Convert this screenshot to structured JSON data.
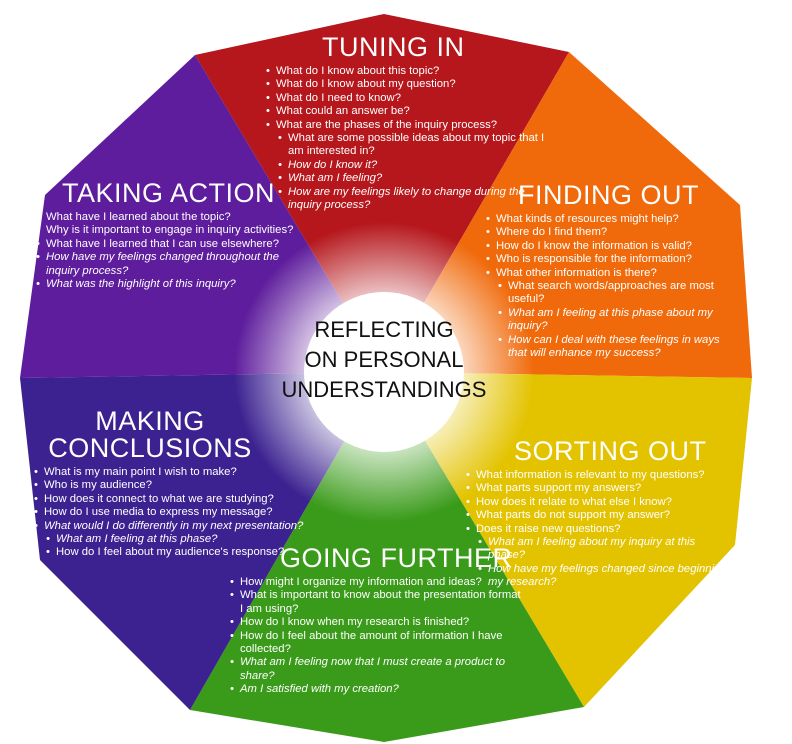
{
  "colors": {
    "tuning_in": "#b5171c",
    "finding_out": "#f06a0b",
    "sorting_out": "#e3c300",
    "going_further": "#3a9b1a",
    "making_conclusions": "#3b2290",
    "taking_action": "#5e1d9c",
    "center": "#ffffff"
  },
  "center": {
    "line1": "Reflecting",
    "line2": "on Personal",
    "line3": "Understandings"
  },
  "sections": {
    "tuning_in": {
      "title": "Tuning In",
      "items": [
        {
          "text": "What do I know about this topic?",
          "level": 1,
          "italic": false
        },
        {
          "text": "What do I know about my question?",
          "level": 1,
          "italic": false
        },
        {
          "text": "What do I need to know?",
          "level": 1,
          "italic": false
        },
        {
          "text": "What could an answer be?",
          "level": 1,
          "italic": false
        },
        {
          "text": "What are the phases of the inquiry process?",
          "level": 1,
          "italic": false
        },
        {
          "text": "What are some possible ideas about my topic that I am interested in?",
          "level": 2,
          "italic": false
        },
        {
          "text": "How do I know it?",
          "level": 2,
          "italic": true
        },
        {
          "text": "What am I feeling?",
          "level": 2,
          "italic": true
        },
        {
          "text": "How are my feelings likely to change during the inquiry process?",
          "level": 2,
          "italic": true
        }
      ]
    },
    "finding_out": {
      "title": "Finding Out",
      "items": [
        {
          "text": "What kinds of resources might help?",
          "level": 1,
          "italic": false
        },
        {
          "text": "Where do I find them?",
          "level": 1,
          "italic": false
        },
        {
          "text": "How do I know the information is valid?",
          "level": 1,
          "italic": false
        },
        {
          "text": "Who is responsible for the information?",
          "level": 1,
          "italic": false
        },
        {
          "text": "What other information is there?",
          "level": 1,
          "italic": false
        },
        {
          "text": "What search words/approaches are most useful?",
          "level": 2,
          "italic": false
        },
        {
          "text": "What am I feeling at this phase about my inquiry?",
          "level": 2,
          "italic": true
        },
        {
          "text": "How can I deal with these feelings in ways that will enhance my success?",
          "level": 2,
          "italic": true
        }
      ]
    },
    "sorting_out": {
      "title": "Sorting Out",
      "items": [
        {
          "text": "What information is relevant to my questions?",
          "level": 1,
          "italic": false
        },
        {
          "text": "What parts support my answers?",
          "level": 1,
          "italic": false
        },
        {
          "text": "How does it relate to what else I know?",
          "level": 1,
          "italic": false
        },
        {
          "text": "What parts do not support my answer?",
          "level": 1,
          "italic": false
        },
        {
          "text": "Does it raise new questions?",
          "level": 1,
          "italic": false
        },
        {
          "text": "What am I feeling about my inquiry at this phase?",
          "level": 2,
          "italic": true
        },
        {
          "text": "How have my feelings changed since beginning my research?",
          "level": 2,
          "italic": true
        }
      ]
    },
    "going_further": {
      "title": "Going Further",
      "items": [
        {
          "text": "How might I organize my information and ideas?",
          "level": 1,
          "italic": false
        },
        {
          "text": "What is important to know about the presentation format I am using?",
          "level": 1,
          "italic": false
        },
        {
          "text": "How do I know when my research is finished?",
          "level": 1,
          "italic": false
        },
        {
          "text": "How do I feel about the amount of information I have collected?",
          "level": 1,
          "italic": false
        },
        {
          "text": "What am I feeling now that I must create a product to share?",
          "level": 1,
          "italic": true
        },
        {
          "text": "Am I satisfied with my creation?",
          "level": 1,
          "italic": true
        }
      ]
    },
    "making_conclusions": {
      "title_line1": "Making",
      "title_line2": "Conclusions",
      "items": [
        {
          "text": "What is my main point I wish to make?",
          "level": 1,
          "italic": false
        },
        {
          "text": "Who is my audience?",
          "level": 1,
          "italic": false
        },
        {
          "text": "How does it connect to what we are studying?",
          "level": 1,
          "italic": false
        },
        {
          "text": "How do I use media to express my message?",
          "level": 1,
          "italic": false
        },
        {
          "text": "What would I do differently in my next presentation?",
          "level": 1,
          "italic": true
        },
        {
          "text": "What am I feeling at this phase?",
          "level": 2,
          "italic": true
        },
        {
          "text": "How do I feel about my audience's response?",
          "level": 2,
          "italic": false
        }
      ]
    },
    "taking_action": {
      "title": "Taking Action",
      "items": [
        {
          "text": "What have I learned about the topic?",
          "level": 1,
          "italic": false
        },
        {
          "text": "Why is it important to engage in inquiry activities?",
          "level": 1,
          "italic": false
        },
        {
          "text": "What have I learned that I can use elsewhere?",
          "level": 1,
          "italic": false
        },
        {
          "text": "How have my feelings changed throughout the inquiry process?",
          "level": 1,
          "italic": true
        },
        {
          "text": "What was the highlight of this inquiry?",
          "level": 1,
          "italic": true
        }
      ]
    }
  }
}
